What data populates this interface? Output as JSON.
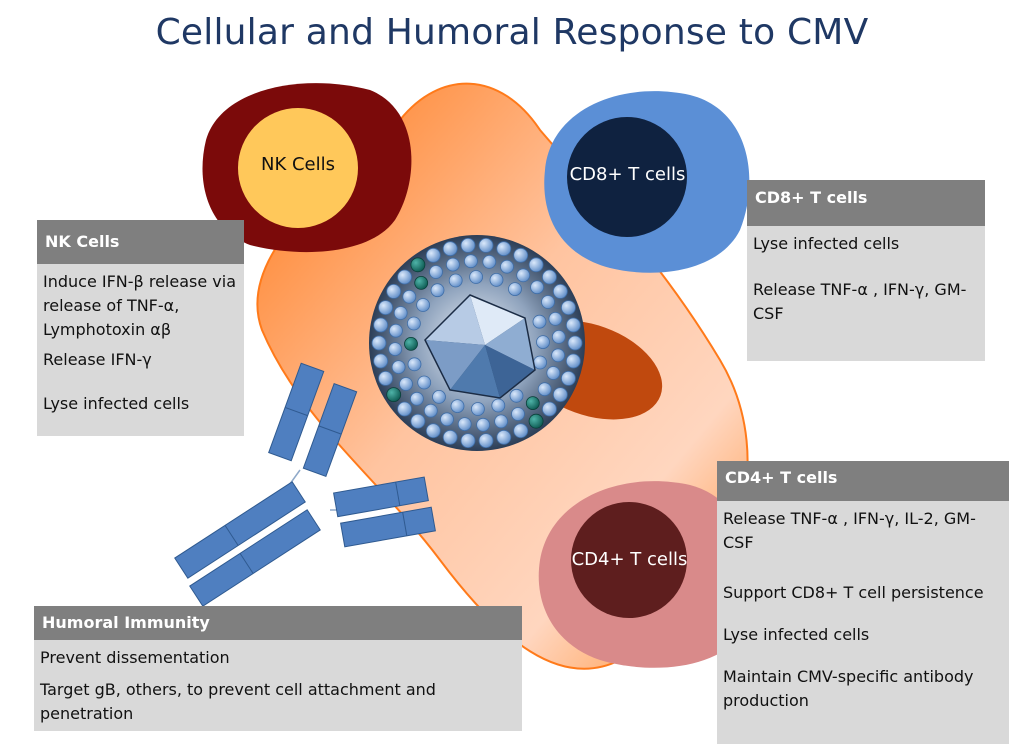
{
  "title": "Cellular and Humoral Response to CMV",
  "cells": {
    "nk": "NK Cells",
    "cd8": "CD8+ T cells",
    "cd4": "CD4+ T cells"
  },
  "panels": {
    "nk": {
      "header": "NK Cells",
      "items": [
        "Induce IFN-β release via release of TNF-α, Lymphotoxin αβ",
        "Release  IFN-γ",
        "Lyse infected  cells"
      ]
    },
    "cd8": {
      "header": "CD8+ T cells",
      "items": [
        "Lyse infected  cells",
        "Release  TNF-α , IFN-γ, GM-CSF"
      ]
    },
    "cd4": {
      "header": "CD4+ T cells",
      "items": [
        "Release  TNF-α , IFN-γ, IL-2, GM-CSF",
        "Support CD8+ T cell persistence",
        "Lyse infected  cells",
        "Maintain CMV-specific antibody production"
      ]
    },
    "humoral": {
      "header": "Humoral  Immunity",
      "items": [
        "Prevent  dissementation",
        "Target gB, others, to prevent cell attachment and penetration"
      ]
    }
  },
  "colors": {
    "title": "#1f3864",
    "nk_outer": "#7b0a0a",
    "nk_inner": "#ffc85a",
    "cd8_outer": "#5b8fd6",
    "cd8_inner": "#0f2240",
    "cd4_outer": "#d98a8a",
    "cd4_inner": "#5e1e1e",
    "antibody": "#4f7fc0",
    "panel_header": "#7f7f7f",
    "panel_body": "#d9d9d9"
  }
}
